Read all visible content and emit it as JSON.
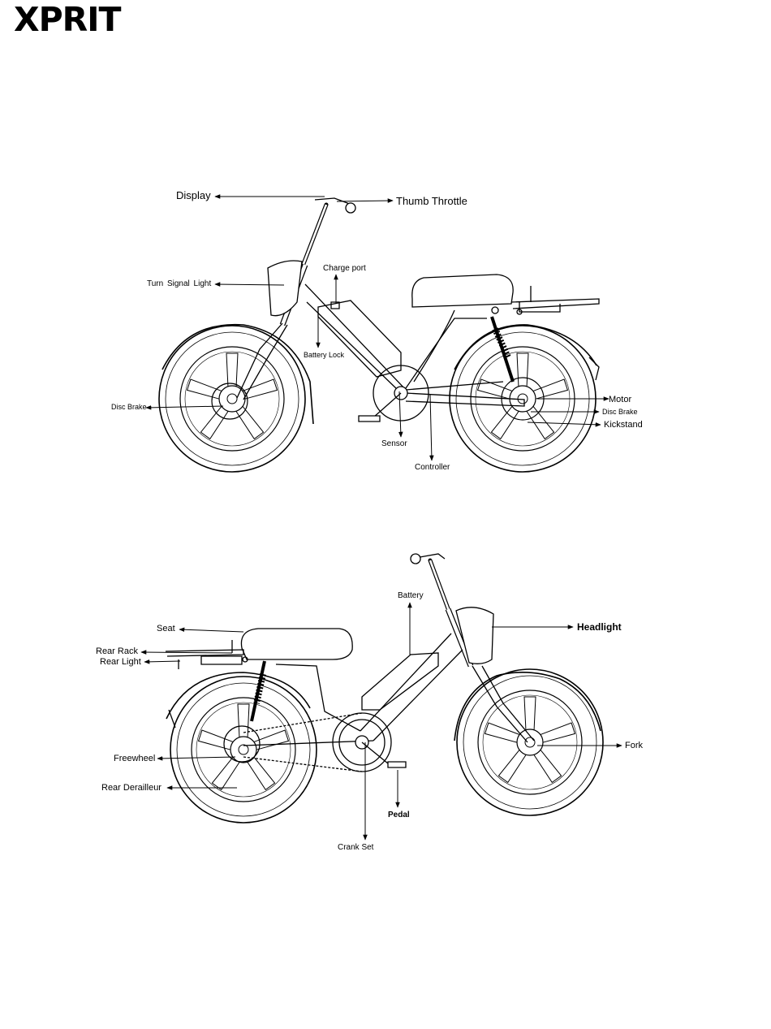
{
  "brand": {
    "logo_text": "XPRIT"
  },
  "diagram_top": {
    "labels": {
      "display": "Display",
      "thumb_throttle": "Thumb Throttle",
      "charge_port": "Charge port",
      "turn_signal_light": "Turn  Signal  Light",
      "battery_lock": "Battery Lock",
      "disc_brake_front": "Disc Brake",
      "sensor": "Sensor",
      "controller": "Controller",
      "motor": "Motor",
      "disc_brake_rear": "Disc Brake",
      "kickstand": "Kickstand"
    }
  },
  "diagram_bottom": {
    "labels": {
      "battery": "Battery",
      "seat": "Seat",
      "headlight": "Headlight",
      "rear_rack": "Rear Rack",
      "rear_light": "Rear Light",
      "freewheel": "Freewheel",
      "fork": "Fork",
      "rear_derailleur": "Rear Derailleur",
      "pedal": "Pedal",
      "crank_set": "Crank Set"
    }
  }
}
